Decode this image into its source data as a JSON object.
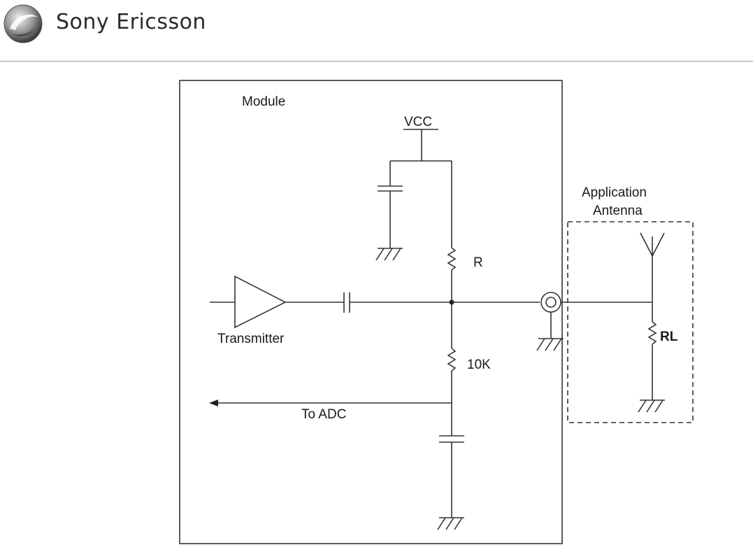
{
  "header": {
    "brand_name": "Sony Ericsson"
  },
  "labels": {
    "module": "Module",
    "vcc": "VCC",
    "r": "R",
    "transmitter": "Transmitter",
    "ten_k": "10K",
    "to_adc": "To ADC",
    "application": "Application",
    "antenna": "Antenna",
    "rl": "RL"
  }
}
